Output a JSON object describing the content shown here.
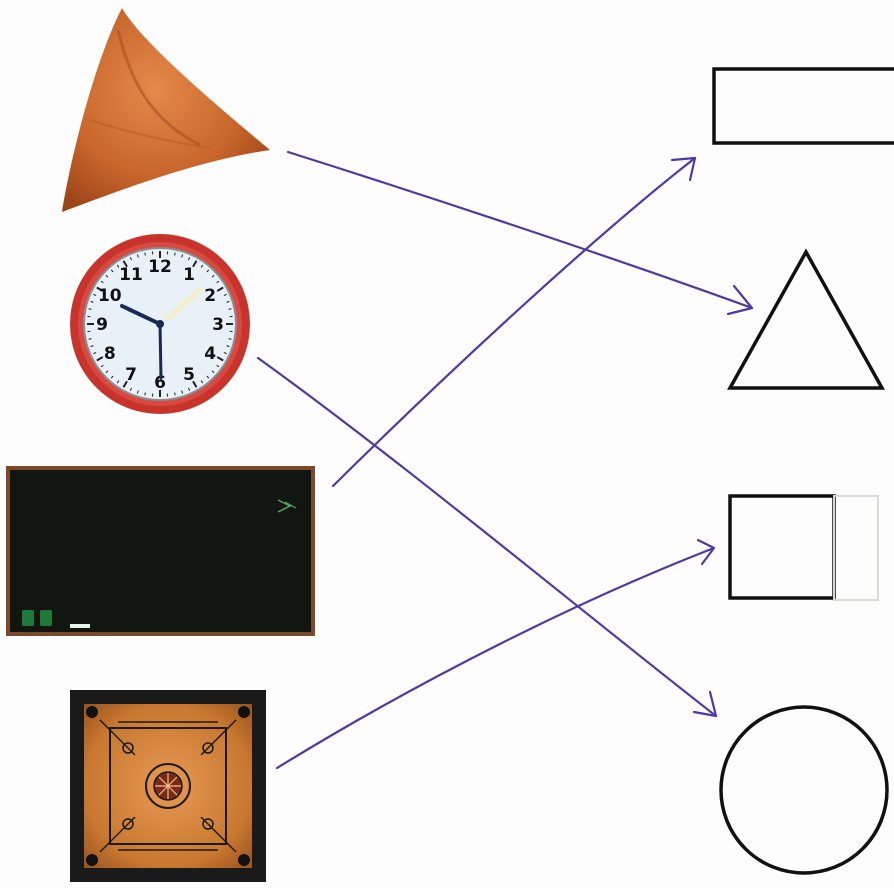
{
  "worksheet": {
    "title": "",
    "objects": [
      {
        "id": "samosa",
        "icon": "samosa-picture"
      },
      {
        "id": "clock",
        "icon": "wall-clock-picture"
      },
      {
        "id": "blackboard",
        "icon": "blackboard-picture"
      },
      {
        "id": "carrom-board",
        "icon": "carrom-board-picture"
      }
    ],
    "shapes": [
      {
        "id": "rectangle",
        "icon": "rectangle-shape"
      },
      {
        "id": "triangle",
        "icon": "triangle-shape"
      },
      {
        "id": "square",
        "icon": "square-shape"
      },
      {
        "id": "circle",
        "icon": "circle-shape"
      }
    ],
    "matches": [
      {
        "from": "samosa",
        "to": "triangle"
      },
      {
        "from": "clock",
        "to": "circle"
      },
      {
        "from": "blackboard",
        "to": "rectangle"
      },
      {
        "from": "carrom-board",
        "to": "square"
      }
    ],
    "colors": {
      "arrow": "#4b3aa8",
      "clock_rim": "#c8332c",
      "samosa": "#c8662c",
      "blackboard": "#111611",
      "board_frame": "#7a4a2a",
      "carrom_wood": "#c87a3a"
    }
  },
  "clock": {
    "numerals": [
      "12",
      "1",
      "2",
      "3",
      "4",
      "5",
      "6",
      "7",
      "8",
      "9",
      "10",
      "11"
    ]
  }
}
